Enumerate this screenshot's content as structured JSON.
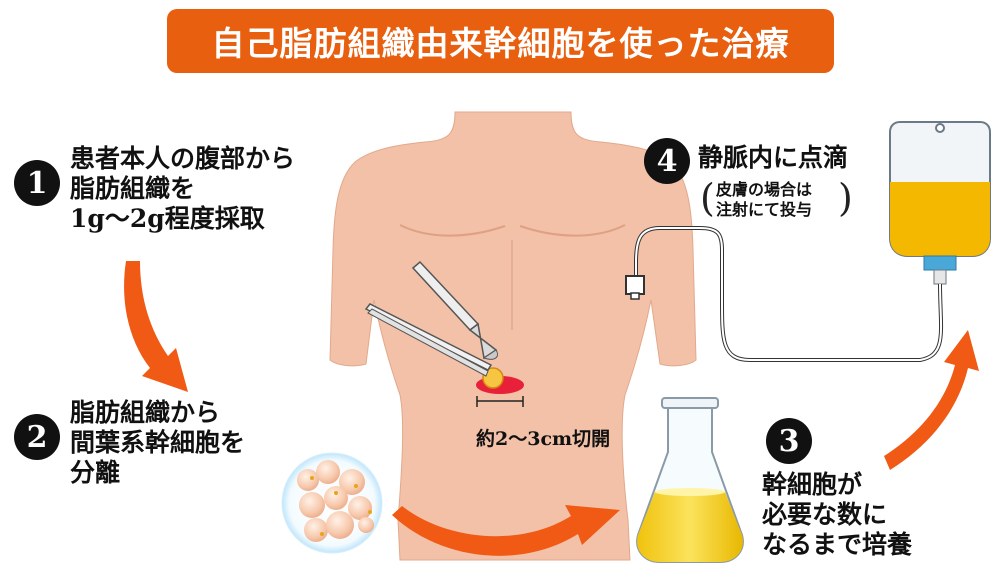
{
  "title": "自己脂肪組織由来幹細胞を使った治療",
  "steps": [
    {
      "number": "1",
      "lines": [
        "患者本人の腹部から",
        "脂肪組織を",
        "1g～2g程度採取"
      ]
    },
    {
      "number": "2",
      "lines": [
        "脂肪組織から",
        "間葉系幹細胞を",
        "分離"
      ]
    },
    {
      "number": "3",
      "lines": [
        "幹細胞が",
        "必要な数に",
        "なるまで培養"
      ]
    },
    {
      "number": "4",
      "lines": [
        "静脈内に点滴"
      ]
    }
  ],
  "step4_note": {
    "lines": [
      "皮膚の場合は",
      "注射にて投与"
    ]
  },
  "incision_label": "約2～3cm切開",
  "colors": {
    "banner": "#e8600f",
    "arrow": "#f05a14",
    "skin": "#f2c1a8",
    "iv_liquid": "#f5b800",
    "flask_liquid": "#f5d21a"
  },
  "icons": [
    "torso-illustration",
    "surgical-tweezers-icon",
    "surgical-scalpel-icon",
    "fat-cells-icon",
    "culture-flask-icon",
    "iv-drip-bag-icon",
    "curved-arrow-icon"
  ]
}
